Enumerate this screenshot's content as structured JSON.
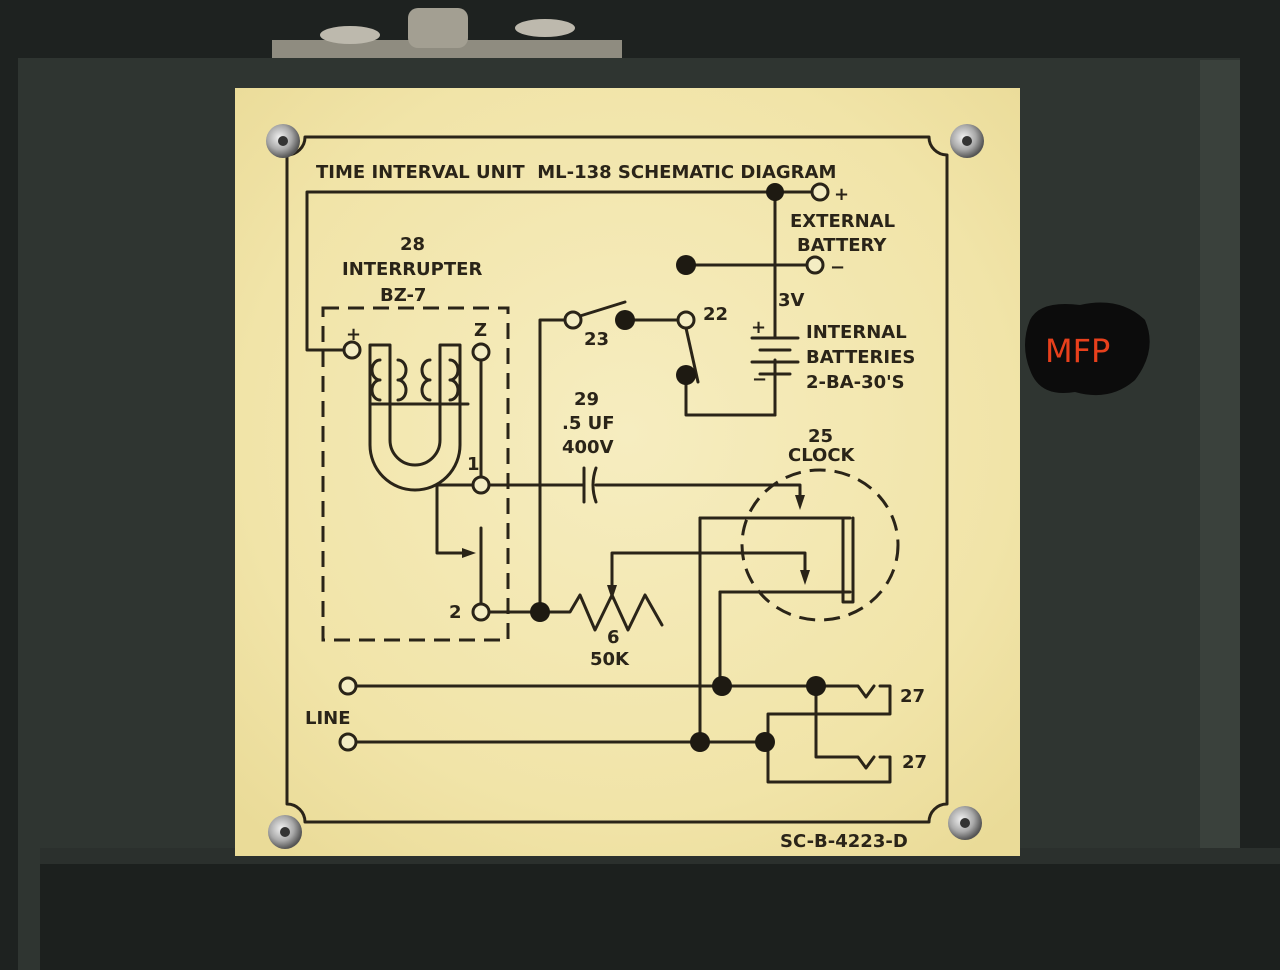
{
  "plate": {
    "title": "TIME INTERVAL UNIT  ML-138 SCHEMATIC DIAGRAM",
    "drawing_number": "SC-B-4223-D"
  },
  "labels": {
    "external_line1": "EXTERNAL",
    "external_line2": "BATTERY",
    "plus": "+",
    "minus": "−",
    "voltage": "3V",
    "internal_line1": "INTERNAL",
    "internal_line2": "BATTERIES",
    "internal_line3": "2-BA-30'S",
    "interrupter_num": "28",
    "interrupter_name": "INTERRUPTER",
    "interrupter_model": "BZ-7",
    "terminal_plus": "+",
    "terminal_z": "Z",
    "terminal_1": "1",
    "terminal_2": "2",
    "switch_23": "23",
    "switch_22": "22",
    "cap_num": "29",
    "cap_value": ".5 UF",
    "cap_voltage": "400V",
    "clock_num": "25",
    "clock_name": "CLOCK",
    "res_num": "6",
    "res_value": "50K",
    "line": "LINE",
    "jack_1": "27",
    "jack_2": "27"
  },
  "sticker": {
    "text": "MFP",
    "color": "#e8401c"
  },
  "colors": {
    "plate": "#f1e7b4",
    "case": "#2d332f",
    "ink": "#2a2418"
  }
}
